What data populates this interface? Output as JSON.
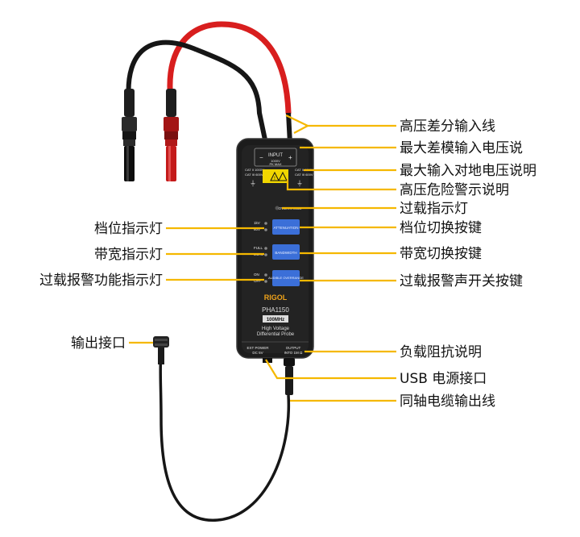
{
  "labels_right": [
    "高压差分输入线",
    "最大差模输入电压说",
    "最大输入对地电压说明",
    "高压危险警示说明",
    "过载指示灯",
    "档位切换按键",
    "带宽切换按键",
    "过载报警声开关按键",
    "负载阻抗说明",
    "USB 电源接口",
    "同轴电缆输出线"
  ],
  "labels_left": [
    "档位指示灯",
    "带宽指示灯",
    "过载报警功能指示灯",
    "输出接口"
  ],
  "probe": {
    "input_title": "INPUT",
    "input_sub1": "1000V",
    "input_sub2": "PK MAX",
    "cat_left": "CAT II 1000V",
    "cat_left2": "CAT III 600V",
    "cat_right": "CAT II 1000V",
    "cat_right2": "CAT III 600V",
    "overrange": "OVERRANGE",
    "btn_attenuation": "ATTENUATION",
    "btn_bandwidth": "BANDWIDTH",
    "btn_audible": "AUDIBLE OVERRANGE",
    "led_att_1": "1kV",
    "led_att_2": "60V",
    "led_bw_1": "FULL",
    "led_bw_2": "5MHz",
    "led_aud_1": "ON",
    "led_aud_2": "OFF",
    "brand": "RIGOL",
    "model": "PHA1150",
    "bandwidth": "100MHz",
    "desc1": "High Voltage",
    "desc2": "Differential Probe",
    "ext_power": "EXT POWER",
    "ext_power2": "DC 5V",
    "output": "OUTPUT",
    "output2": "INTO 1M Ω"
  },
  "colors": {
    "leader": "#f5b800",
    "red_cable": "#d81e1e",
    "black_cable": "#161616",
    "probe_body": "#1c1c1c",
    "button_blue": "#3b6fd8",
    "warning_yellow": "#f1d600"
  }
}
